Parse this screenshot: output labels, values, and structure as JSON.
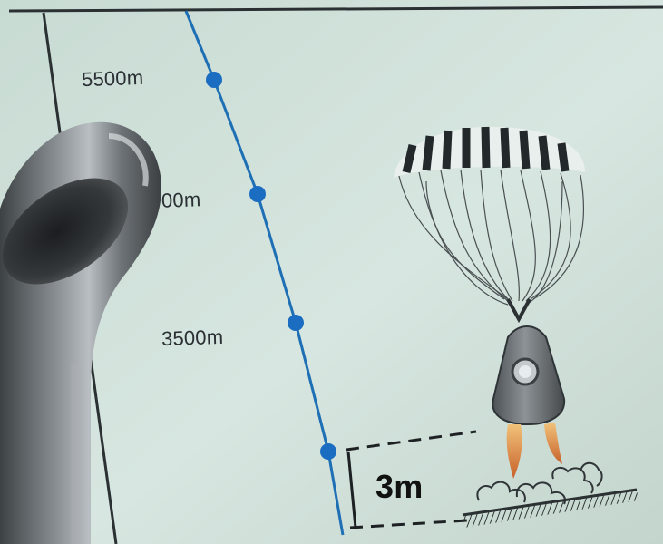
{
  "labels": {
    "altitude_1": "5500m",
    "altitude_2": "00m",
    "altitude_3": "3500m",
    "height_marker": "3m"
  },
  "colors": {
    "paper": "#cfe0da",
    "path_line": "#1f6fb5",
    "dot": "#1a6dc0",
    "ink": "#2a2f33",
    "pipe": "#6f7478",
    "flame": "#d9823c"
  },
  "icons": {
    "parachute": "parachute-icon",
    "capsule": "landing-capsule-icon",
    "ground": "ground-hatch-icon",
    "pipe": "metal-pipe-object"
  }
}
